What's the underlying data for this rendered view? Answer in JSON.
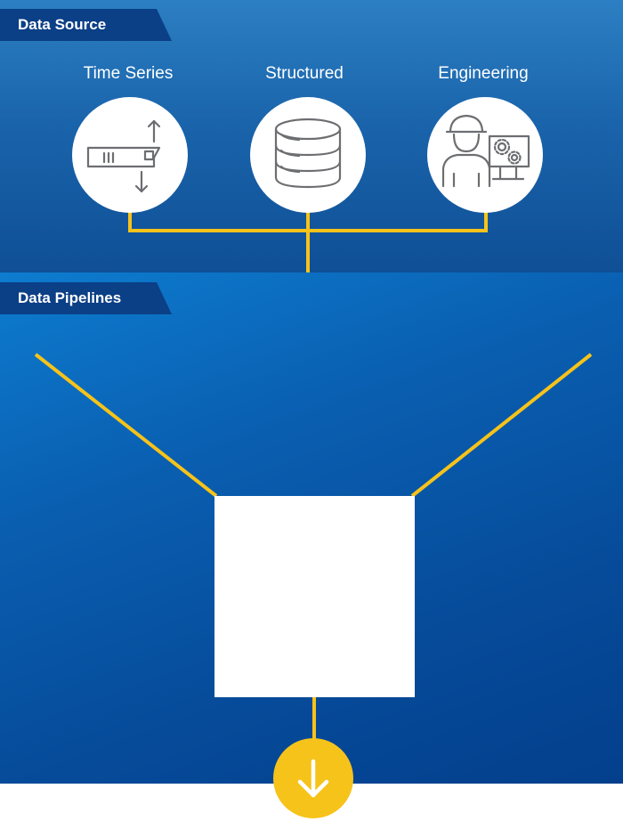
{
  "sections": {
    "data_source": {
      "title": "Data Source"
    },
    "data_pipelines": {
      "title": "Data Pipelines"
    }
  },
  "sources": [
    {
      "label": "Time Series",
      "icon": "time-series-icon"
    },
    {
      "label": "Structured",
      "icon": "database-icon"
    },
    {
      "label": "Engineering",
      "icon": "engineer-icon"
    }
  ],
  "pipeline": {
    "output_icon": "arrow-down-icon"
  },
  "colors": {
    "accent": "#f6c31a",
    "tag_background": "#0b3f86",
    "icon_stroke": "#6d6e71"
  }
}
